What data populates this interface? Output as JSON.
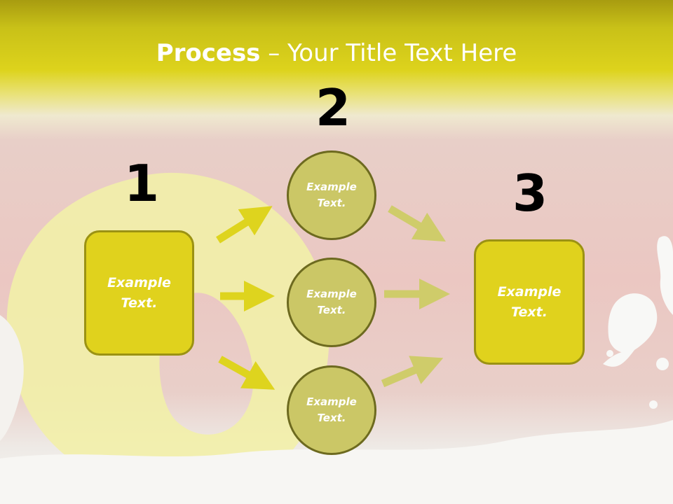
{
  "title": {
    "bold": "Process",
    "rest": " – Your Title Text Here"
  },
  "steps": {
    "num1": "1",
    "num2": "2",
    "num3": "3"
  },
  "box_left": {
    "line1": "Example",
    "line2": "Text."
  },
  "box_right": {
    "line1": "Example",
    "line2": "Text."
  },
  "circles": [
    {
      "line1": "Example",
      "line2": "Text."
    },
    {
      "line1": "Example",
      "line2": "Text."
    },
    {
      "line1": "Example",
      "line2": "Text."
    }
  ],
  "colors": {
    "box_fill": "#e0d21d",
    "box_border": "#9b9213",
    "circle_fill": "#cbc766",
    "circle_border": "#6d6a1f",
    "arrow_left": "#ded41e",
    "arrow_right": "#cfcc6a"
  }
}
